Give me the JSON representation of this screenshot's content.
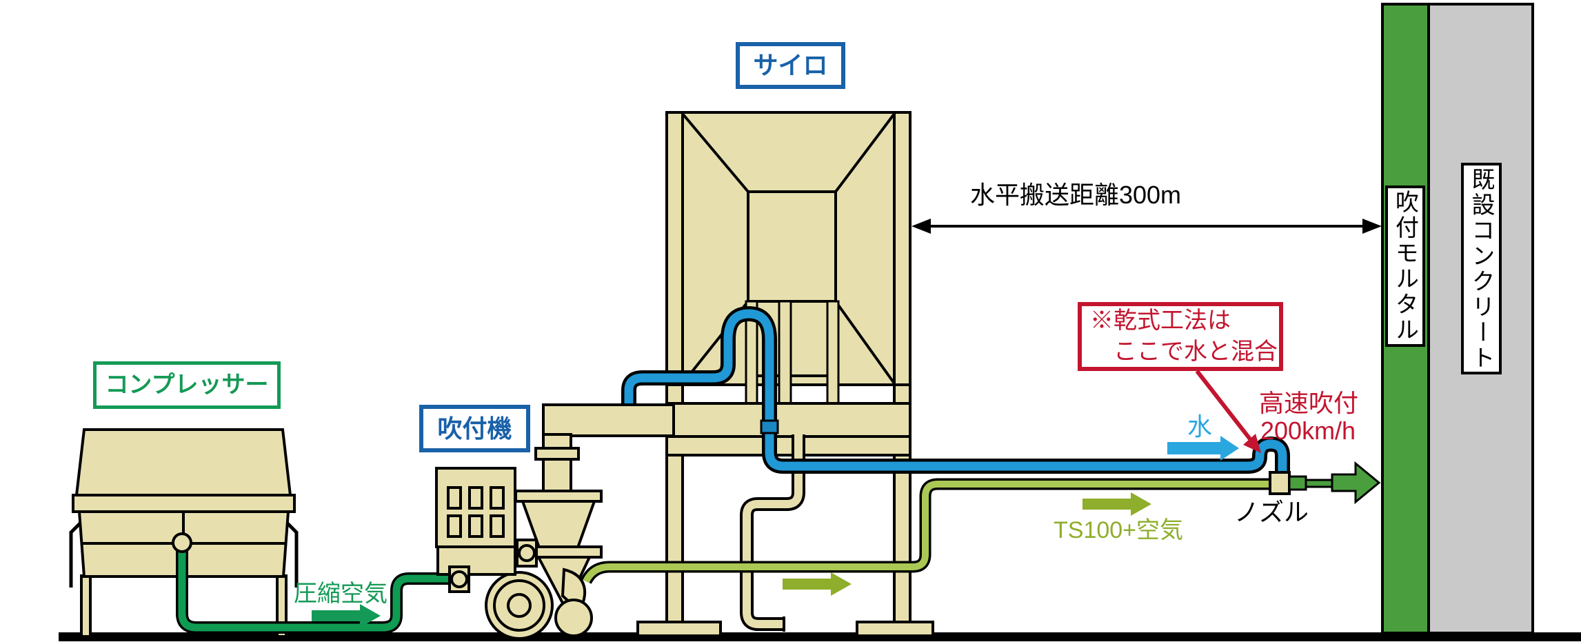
{
  "labels": {
    "silo": "サイロ",
    "compressor": "コンプレッサー",
    "sprayer": "吹付機",
    "distance": "水平搬送距離300m",
    "note_line1": "※乾式工法は",
    "note_line2": "ここで水と混合",
    "highspeed_line1": "高速吹付",
    "highspeed_line2": "200km/h",
    "water": "水",
    "nozzle": "ノズル",
    "ts100_air": "TS100+空気",
    "compressed_air": "圧縮空気",
    "mortar_layer": "吹付モルタル",
    "existing_concrete": "既設コンクリート"
  },
  "colors": {
    "beige": "#e7e0ae",
    "outline": "#000000",
    "blue": "#2099d6",
    "blue-dark": "#1a86c2",
    "water-blue": "#2ba7e0",
    "label-blue": "#1961a8",
    "label-green": "#149a56",
    "pipe-green": "#0f9b52",
    "yg": "#abc855",
    "olive": "#8fae2b",
    "wall-green": "#4a9e3e",
    "gray": "#c9c9c9",
    "red": "#c3152f"
  }
}
